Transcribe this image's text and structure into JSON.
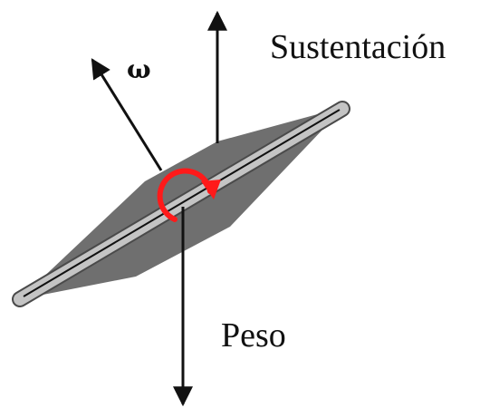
{
  "labels": {
    "omega": "ω",
    "lift": "Sustentación",
    "weight": "Peso"
  },
  "colors": {
    "wing_body": "#6f6f6f",
    "wing_spar_fill": "#c4c4c4",
    "wing_spar_edge": "#4a4a4a",
    "axis_line": "#111111",
    "arrows": "#111111",
    "rotation_indicator": "#ff1a1a",
    "background": "#ffffff"
  }
}
